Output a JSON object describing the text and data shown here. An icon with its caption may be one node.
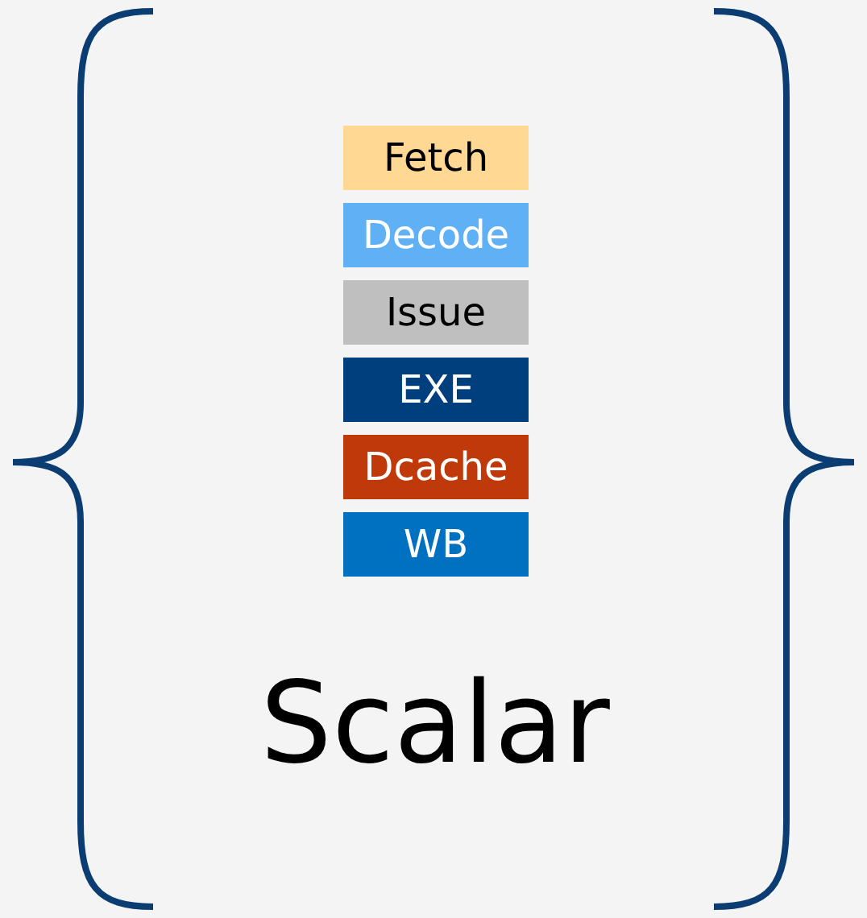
{
  "diagram": {
    "nodes": [
      {
        "text": [
          "Fetch"
        ]
      },
      {
        "text": [
          "Decode"
        ]
      },
      {
        "text": [
          "Issue"
        ]
      },
      {
        "text": [
          "EXE"
        ]
      },
      {
        "text": [
          "Dcache"
        ]
      },
      {
        "text": [
          "WB"
        ]
      }
    ],
    "labels": [
      "Scalar"
    ]
  }
}
